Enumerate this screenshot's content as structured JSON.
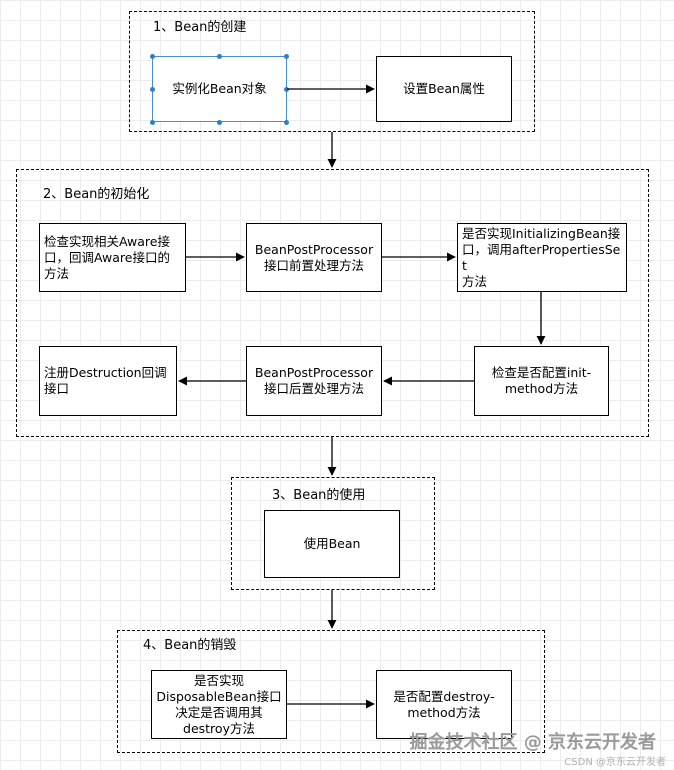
{
  "groups": {
    "creation": {
      "label": "1、Bean的创建"
    },
    "init": {
      "label": "2、Bean的初始化"
    },
    "usage": {
      "label": "3、Bean的使用"
    },
    "destroy": {
      "label": "4、Bean的销毁"
    }
  },
  "boxes": {
    "instantiate": "实例化Bean对象",
    "set_props": "设置Bean属性",
    "aware": "检查实现相关Aware接\n口，回调Aware接口的\n方法",
    "bpp_before": "BeanPostProcessor\n接口前置处理方法",
    "initializing": "是否实现InitializingBean接\n口，调用afterPropertiesSet\n方法",
    "init_method": "检查是否配置init-\nmethod方法",
    "bpp_after": "BeanPostProcessor\n接口后置处理方法",
    "destruction": "注册Destruction回调\n接口",
    "use_bean": "使用Bean",
    "disposable": "是否实现\nDisposableBean接口\n决定是否调用其\ndestroy方法",
    "destroy_method": "是否配置destroy-\nmethod方法"
  },
  "watermark": {
    "main": "掘金技术社区 @ 京东云开发者",
    "small": "CSDN @京东云开发者"
  },
  "colors": {
    "selection": "#4a90c8",
    "grid": "#ececec"
  }
}
